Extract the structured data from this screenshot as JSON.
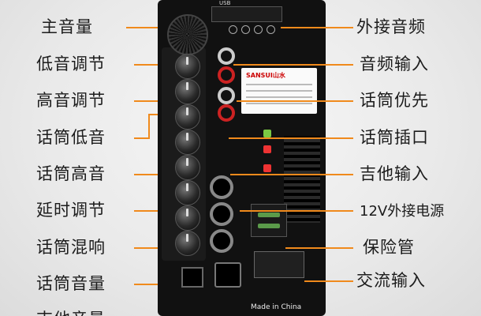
{
  "left_labels": [
    "主音量",
    "低音调节",
    "高音调节",
    "话筒低音",
    "话筒高音",
    "延时调节",
    "话筒混响",
    "话筒音量",
    "吉他音量"
  ],
  "right_labels": [
    "外接音频",
    "音频输入",
    "话筒优先",
    "话筒插口",
    "吉他输入",
    "12V外接电源",
    "保险管",
    "交流输入"
  ],
  "panel": {
    "usb_text": "USB",
    "brand": "SANSUI山水",
    "footer": "Made in China"
  },
  "colors": {
    "accent_line": "#f08a1c",
    "panel": "#111111"
  }
}
